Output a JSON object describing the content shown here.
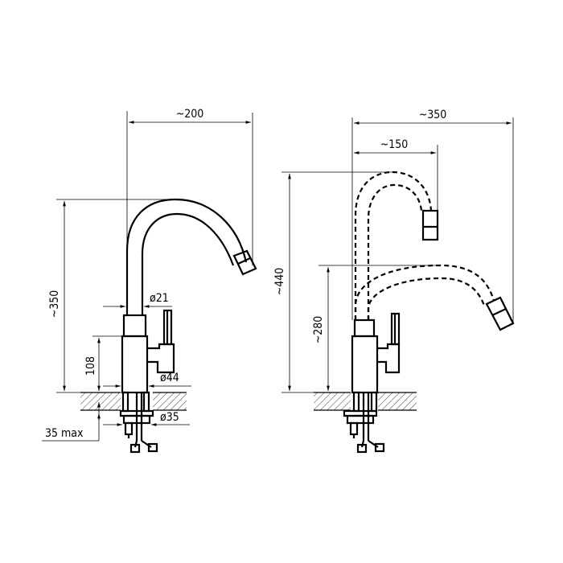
{
  "diagram": {
    "left_faucet": {
      "width_label": "~200",
      "height_label": "~350",
      "body_height_label": "108",
      "spout_diameter_label": "ø21",
      "body_diameter_label": "ø44",
      "mount_diameter_label": "ø35",
      "mount_thickness_label": "35 max"
    },
    "right_faucet": {
      "reach_label": "~350",
      "reach_raised_label": "~150",
      "height_label": "~440",
      "height_lowered_label": "~280"
    }
  }
}
